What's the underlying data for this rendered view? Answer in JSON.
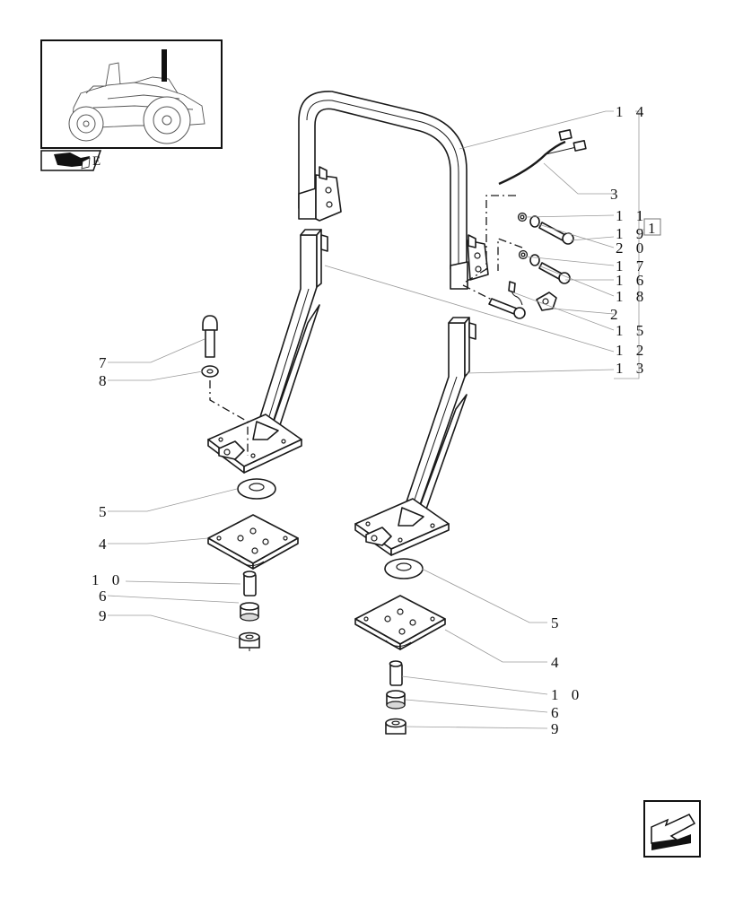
{
  "diagram": {
    "callouts": [
      {
        "id": "c14",
        "text": "1 4"
      },
      {
        "id": "c3",
        "text": "3"
      },
      {
        "id": "c11",
        "text": "1 1"
      },
      {
        "id": "c19",
        "text": "1 9"
      },
      {
        "id": "c20",
        "text": "2 0"
      },
      {
        "id": "c17",
        "text": "1 7"
      },
      {
        "id": "c16",
        "text": "1 6"
      },
      {
        "id": "c18",
        "text": "1 8"
      },
      {
        "id": "c2",
        "text": "2"
      },
      {
        "id": "c15",
        "text": "1 5"
      },
      {
        "id": "c12",
        "text": "1 2"
      },
      {
        "id": "c13",
        "text": "1 3"
      },
      {
        "id": "c7",
        "text": "7"
      },
      {
        "id": "c8",
        "text": "8"
      },
      {
        "id": "c5a",
        "text": "5"
      },
      {
        "id": "c4a",
        "text": "4"
      },
      {
        "id": "c10a",
        "text": "1 0"
      },
      {
        "id": "c6a",
        "text": "6"
      },
      {
        "id": "c9a",
        "text": "9"
      },
      {
        "id": "c5b",
        "text": "5"
      },
      {
        "id": "c4b",
        "text": "4"
      },
      {
        "id": "c10b",
        "text": "1 0"
      },
      {
        "id": "c6b",
        "text": "6"
      },
      {
        "id": "c9b",
        "text": "9"
      }
    ],
    "group_label": "1",
    "page_code": "E",
    "icons": {
      "thumbnail": "tractor-thumbnail-icon",
      "book": "book-icon",
      "next_page": "next-page-arrow-icon"
    }
  }
}
